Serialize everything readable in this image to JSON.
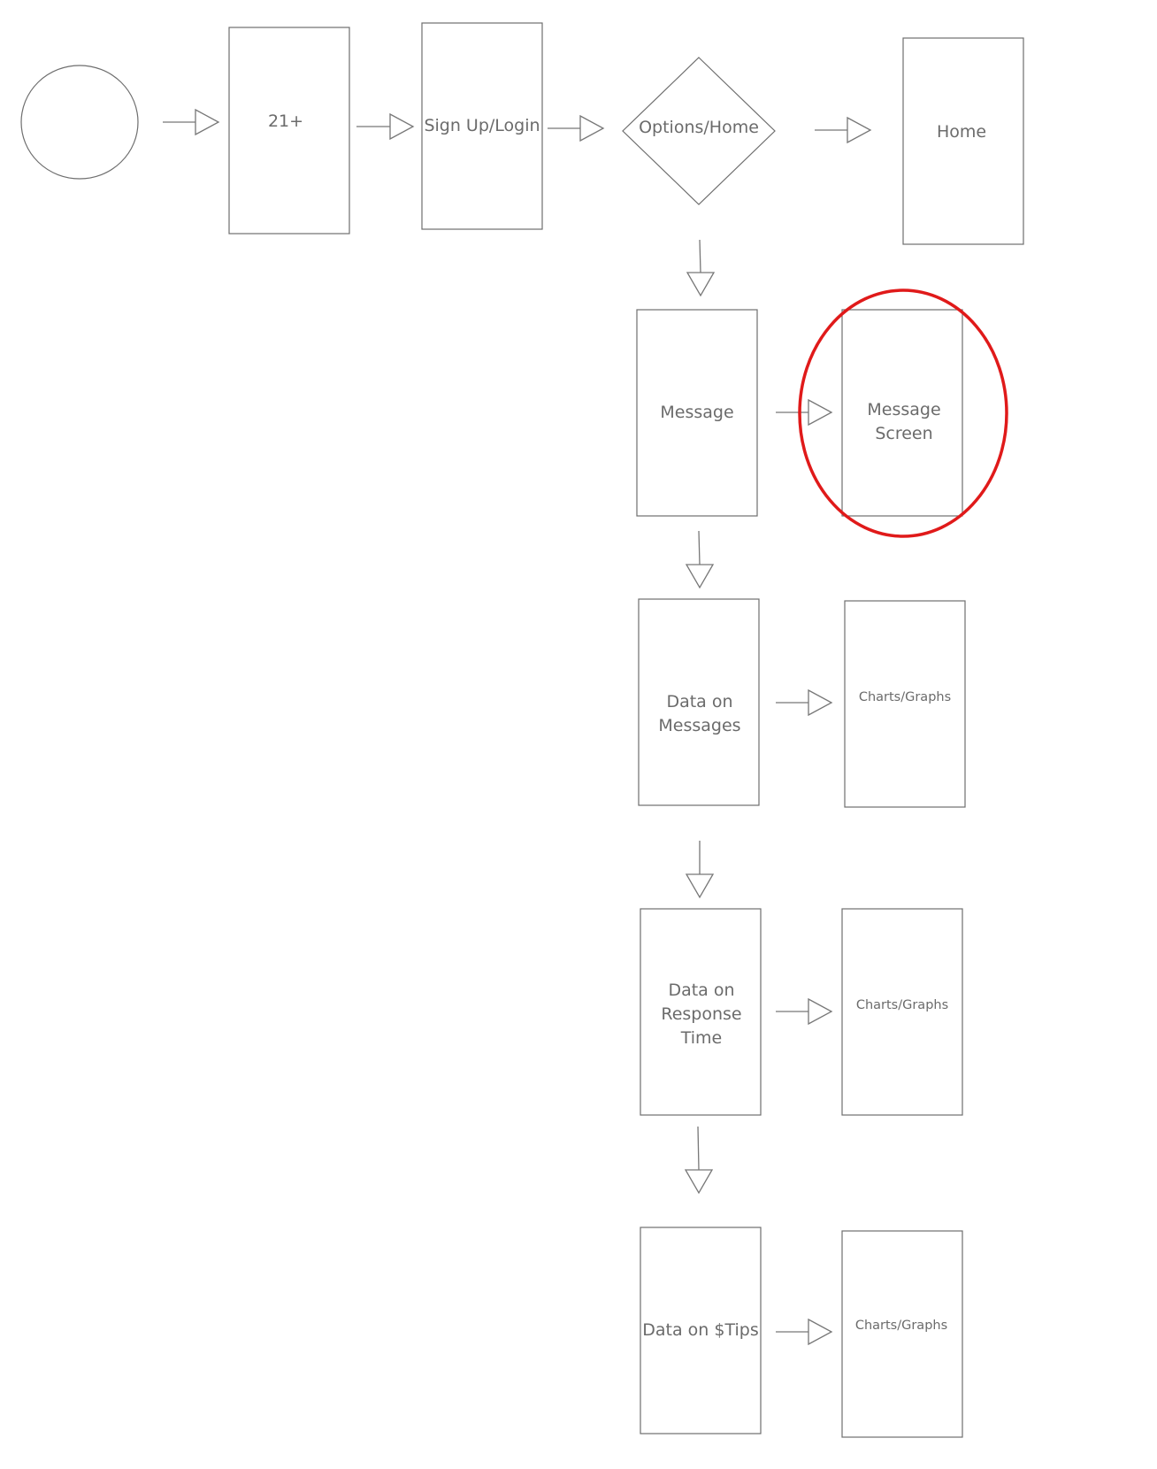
{
  "nodes": {
    "age_gate": "21+",
    "sign_up": "Sign Up/Login",
    "options": "Options/Home",
    "home": "Home",
    "message": "Message",
    "message_screen": [
      "Message",
      "Screen"
    ],
    "data_messages": [
      "Data on",
      "Messages"
    ],
    "charts_1": "Charts/Graphs",
    "data_response": [
      "Data on",
      "Response",
      "Time"
    ],
    "charts_2": "Charts/Graphs",
    "data_tips": "Data on $Tips",
    "charts_3": "Charts/Graphs"
  },
  "highlight": {
    "target": "message_screen",
    "color": "#e01a1a"
  }
}
